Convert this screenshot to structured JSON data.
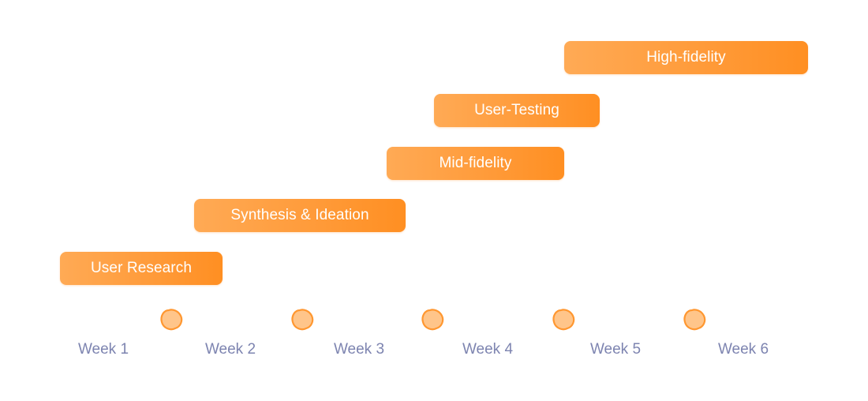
{
  "phases": [
    {
      "label": "User Research"
    },
    {
      "label": "Synthesis & Ideation"
    },
    {
      "label": "Mid-fidelity"
    },
    {
      "label": "User-Testing"
    },
    {
      "label": "High-fidelity"
    }
  ],
  "timeline": {
    "weeks": [
      "Week 1",
      "Week 2",
      "Week 3",
      "Week 4",
      "Week 5",
      "Week 6"
    ],
    "colors": {
      "line_start": "#c5cbe6",
      "line_end": "#7b82a8",
      "marker_fill": "#ffc58a",
      "marker_stroke": "#ff9730",
      "label": "#7d84b0"
    }
  },
  "colors": {
    "phase_bar": "#ff9d3d",
    "phase_text": "#ffffff"
  }
}
